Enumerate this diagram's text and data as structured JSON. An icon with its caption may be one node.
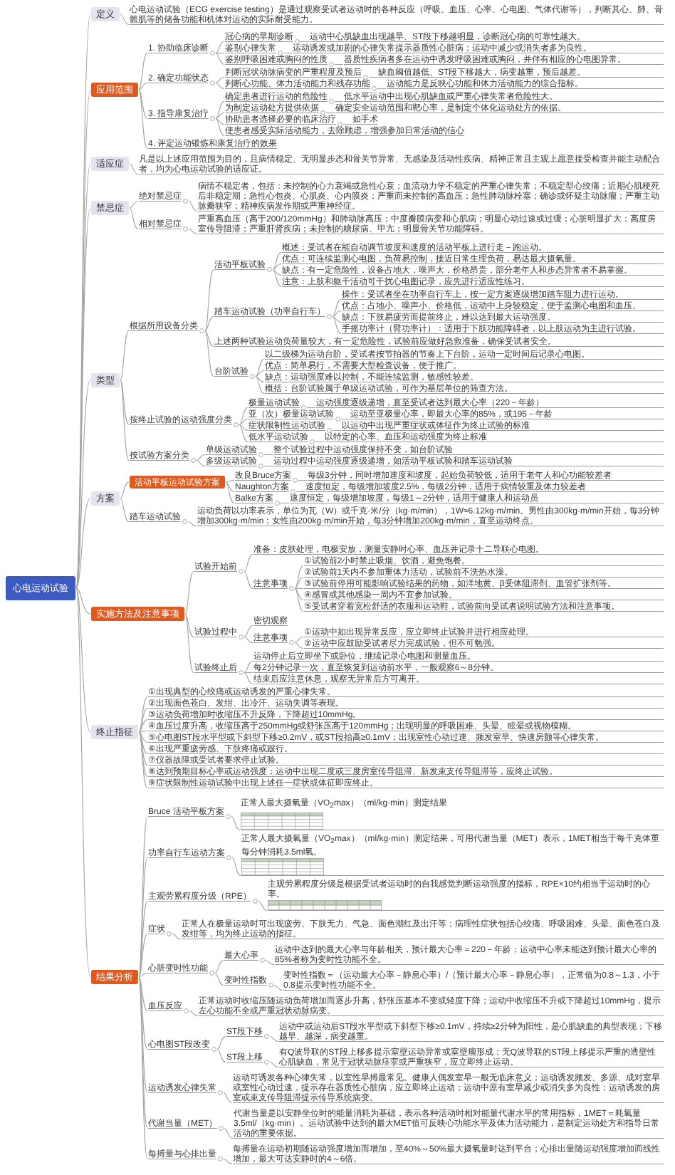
{
  "diagram": {
    "nodes": [
      {
        "text": [
          "心电运动试验"
        ]
      },
      {
        "text": [
          "定义"
        ]
      },
      {
        "text": [
          "心电运动试验（ECG exercise testing）是通过观察受试者运动时的各种反应（呼吸、血压、心率、心电图、气体代谢等），判断其心、肺、骨骼肌等的储备功能和机体对运动的实际耐受能力。"
        ]
      },
      {
        "text": [
          "应用范围"
        ]
      },
      {
        "text": [
          "1. 协助临床诊断"
        ]
      },
      {
        "text": [
          "冠心病的早期诊断"
        ]
      },
      {
        "text": [
          "运动中心肌缺血出现越早、ST段下移越明显，诊断冠心病的可靠性越大。"
        ]
      },
      {
        "text": [
          "鉴别心律失常"
        ]
      },
      {
        "text": [
          "运动诱发或加剧的心律失常提示器质性心脏病；运动中减少或消失者多为良性。"
        ]
      },
      {
        "text": [
          "鉴别呼吸困难或胸闷的性质"
        ]
      },
      {
        "text": [
          "器质性疾病者多在运动中诱发呼吸困难或胸闷，并伴有相应的心电图异常。"
        ]
      },
      {
        "text": [
          "2. 确定功能状态"
        ]
      },
      {
        "text": [
          "判断冠状动脉病变的严重程度及预后"
        ]
      },
      {
        "text": [
          "缺血阈值越低、ST段下移越大，病变越重，预后越差。"
        ]
      },
      {
        "text": [
          "判断心功能、体力活动能力和残存功能"
        ]
      },
      {
        "text": [
          "运动能力是反映心功能和体力活动能力的综合指标。"
        ]
      },
      {
        "text": [
          "3. 指导康复治疗"
        ]
      },
      {
        "text": [
          "确定患者进行运动的危险性"
        ]
      },
      {
        "text": [
          "低水平运动中出现心肌缺血或严重心律失常者危险性大。"
        ]
      },
      {
        "text": [
          "为制定运动处方提供依据"
        ]
      },
      {
        "text": [
          "确定安全运动范围和靶心率，是制定个体化运动处方的依据。"
        ]
      },
      {
        "text": [
          "协助患者选择必要的临床治疗"
        ]
      },
      {
        "text": [
          "如手术"
        ]
      },
      {
        "text": [
          "使患者感受实际活动能力，去除顾虑，增强参加日常活动的信心"
        ]
      },
      {
        "text": [
          "4. 评定运动锻炼和康复治疗的效果"
        ]
      },
      {
        "text": [
          "适应症"
        ]
      },
      {
        "text": [
          "凡是以上述应用范围为目的，且病情稳定、无明显步态和骨关节异常、无感染及活动性疾病、精神正常且主观上愿意接受检查并能主动配合者，均为心电运动试验的适应证。"
        ]
      },
      {
        "text": [
          "禁忌症"
        ]
      },
      {
        "text": [
          "绝对禁忌症"
        ]
      },
      {
        "text": [
          "病情不稳定者，包括：未控制的心力衰竭或急性心衰；血流动力学不稳定的严重心律失常；不稳定型心绞痛；近期心肌梗死后非稳定期；急性心包炎、心肌炎、心内膜炎；严重而未控制的高血压；急性肺动脉栓塞；确诊或怀疑主动脉瘤；严重主动脉瓣狭窄；精神疾病发作期或严重神经症。"
        ]
      },
      {
        "text": [
          "相对禁忌症"
        ]
      },
      {
        "text": [
          "严重高血压（高于200/120mmHg）和肺动脉高压；中度瓣膜病变和心肌病；明显心动过速或过缓；心脏明显扩大；高度房室传导阻滞；严重肝肾疾病；未控制的糖尿病、甲亢；明显骨关节功能障碍。"
        ]
      },
      {
        "text": [
          "类型"
        ]
      },
      {
        "text": [
          "根据所用设备分类"
        ]
      },
      {
        "text": [
          "活动平板试验"
        ]
      },
      {
        "text": [
          "概述：受试者在能自动调节坡度和速度的活动平板上进行走－跑运动。"
        ]
      },
      {
        "text": [
          "优点：可连续监测心电图，负荷易控制，接近日常生理负荷，易达最大摄氧量。"
        ]
      },
      {
        "text": [
          "缺点：有一定危险性，设备占地大，噪声大，价格昂贵，部分老年人和步态异常者不易掌握。"
        ]
      },
      {
        "text": [
          "注意：上肢和躯干活动可干扰心电图记录，应先进行适应性练习。"
        ]
      },
      {
        "text": [
          "踏车运动试验（功率自行车）"
        ]
      },
      {
        "text": [
          "操作：受试者坐在功率自行车上，按一定方案逐级增加踏车阻力进行运动。"
        ]
      },
      {
        "text": [
          "优点：占地小、噪声小、价格低，运动中上身较稳定，便于监测心电图和血压。"
        ]
      },
      {
        "text": [
          "缺点：下肢易疲劳而提前终止，难以达到最大运动强度。"
        ]
      },
      {
        "text": [
          "手摇功率计（臂功率计）：适用于下肢功能障碍者，以上肢运动为主进行试验。"
        ]
      },
      {
        "text": [
          "上述两种试验运动负荷量较大，有一定危险性，试验前应做好急救准备，确保受试者安全。"
        ]
      },
      {
        "text": [
          "台阶试验"
        ]
      },
      {
        "text": [
          "以二级梯为运动台阶，受试者按节拍器的节奏上下台阶，运动一定时间后记录心电图。"
        ]
      },
      {
        "text": [
          "优点：简单易行，不需要大型检查设备，便于推广。"
        ]
      },
      {
        "text": [
          "缺点：运动强度难以控制，不能连续监测，敏感性较差。"
        ]
      },
      {
        "text": [
          "概括：台阶试验属于单级运动试验，可作为基层单位的筛查方法。"
        ]
      },
      {
        "text": [
          "按终止试验的运动强度分类"
        ]
      },
      {
        "text": [
          "极量运动试验"
        ]
      },
      {
        "text": [
          "运动强度逐级递增，直至受试者达到最大心率（220－年龄）"
        ]
      },
      {
        "text": [
          "亚（次）极量运动试验"
        ]
      },
      {
        "text": [
          "运动至亚极量心率，即最大心率的85%，或195－年龄"
        ]
      },
      {
        "text": [
          "症状限制性运动试验"
        ]
      },
      {
        "text": [
          "以运动中出现严重症状或体征作为终止试验的标准"
        ]
      },
      {
        "text": [
          "低水平运动试验"
        ]
      },
      {
        "text": [
          "以特定的心率、血压和运动强度为终止标准"
        ]
      },
      {
        "text": [
          "按试验方案分类"
        ]
      },
      {
        "text": [
          "单级运动试验"
        ]
      },
      {
        "text": [
          "整个试验过程中运动强度保持不变，如台阶试验"
        ]
      },
      {
        "text": [
          "多级运动试验"
        ]
      },
      {
        "text": [
          "运动过程中运动强度逐级递增，如活动平板试验和踏车运动试验"
        ]
      },
      {
        "text": [
          "方案"
        ]
      },
      {
        "text": [
          "活动平板运动试验方案"
        ]
      },
      {
        "text": [
          "改良Bruce方案"
        ]
      },
      {
        "text": [
          "每级3分钟，同时增加速度和坡度，起始负荷较低，适用于老年人和心功能较差者"
        ]
      },
      {
        "text": [
          "Naughton方案"
        ]
      },
      {
        "text": [
          "速度恒定，每级增加坡度2.5%，每级2分钟，适用于病情较重及体力较差者"
        ]
      },
      {
        "text": [
          "Balke方案"
        ]
      },
      {
        "text": [
          "速度恒定，每级增加坡度，每级1～2分钟，适用于健康人和运动员"
        ]
      },
      {
        "text": [
          "踏车运动试验"
        ]
      },
      {
        "text": [
          "运动负荷以功率表示，单位为瓦（W）或千克·米/分（kg·m/min），1W≈6.12kg·m/min。男性由300kg·m/min开始，每3分钟增加300kg·m/min；女性由200kg·m/min开始，每3分钟增加200kg·m/min，直至运动终点。"
        ]
      },
      {
        "text": [
          "实施方法及注意事项"
        ]
      },
      {
        "text": [
          "试验开始前"
        ]
      },
      {
        "text": [
          "准备：皮肤处理，电极安放，测量安静时心率、血压并记录十二导联心电图。"
        ]
      },
      {
        "text": [
          "注意事项"
        ]
      },
      {
        "text": [
          "①试验前2小时禁止吸烟、饮酒，避免饱餐。"
        ]
      },
      {
        "text": [
          "②试验前1天内不参加重体力活动，试验前不洗热水澡。"
        ]
      },
      {
        "text": [
          "③试验前停用可能影响试验结果的药物，如洋地黄、β受体阻滞剂、血管扩张剂等。"
        ]
      },
      {
        "text": [
          "④感冒或其他感染一周内不宜参加试验。"
        ]
      },
      {
        "text": [
          "⑤受试者穿着宽松舒适的衣服和运动鞋，试验前向受试者说明试验方法和注意事项。"
        ]
      },
      {
        "text": [
          "试验过程中"
        ]
      },
      {
        "text": [
          "密切观察"
        ]
      },
      {
        "text": [
          "注意事项"
        ]
      },
      {
        "text": [
          "①运动中如出现异常反应，应立即终止试验并进行相应处理。"
        ]
      },
      {
        "text": [
          "②运动中应鼓励受试者尽力完成试验，但不可勉强。"
        ]
      },
      {
        "text": [
          "试验终止后"
        ]
      },
      {
        "text": [
          "运动停止后立即坐下或卧位，继续记录心电图和测量血压。"
        ]
      },
      {
        "text": [
          "每2分钟记录一次，直至恢复到运动前水平，一般观察6～8分钟。"
        ]
      },
      {
        "text": [
          "结束后应注意休息，观察无异常后方可离开。"
        ]
      },
      {
        "text": [
          "终止指征"
        ]
      },
      {
        "text": [
          "①出现典型的心绞痛或运动诱发的严重心律失常。"
        ]
      },
      {
        "text": [
          "②出现面色苍白、发绀、出冷汗、运动失调等表现。"
        ]
      },
      {
        "text": [
          "③运动负荷增加时收缩压不升反降，下降超过10mmHg。"
        ]
      },
      {
        "text": [
          "④血压过度升高，收缩压高于250mmHg或舒张压高于120mmHg；出现明显的呼吸困难、头晕、眩晕或视物模糊。"
        ]
      },
      {
        "text": [
          "⑤心电图ST段水平型或下斜型下移≥0.2mV，或ST段抬高≥0.1mV；出现室性心动过速、频发室早、快速房颤等心律失常。"
        ]
      },
      {
        "text": [
          "⑥出现严重疲劳感、下肢疼痛或跛行。"
        ]
      },
      {
        "text": [
          "⑦仪器故障或受试者要求停止试验。"
        ]
      },
      {
        "text": [
          "⑧达到预期目标心率或运动强度；运动中出现二度或三度房室传导阻滞、新发束支传导阻滞等，应终止试验。"
        ]
      },
      {
        "text": [
          "⑨症状限制性运动试验中出现上述任一症状或体征即应终止。"
        ]
      },
      {
        "text": [
          "结果分析"
        ]
      },
      {
        "text": [
          "Bruce 活动平板方案"
        ]
      },
      {
        "text": [
          "正常人最大摄氧量（VO$_{2}$max）（ml/kg·min）测定结果"
        ]
      },
      {
        "text": [
          "功率自行车运动方案"
        ]
      },
      {
        "text": [
          "正常人最大摄氧量（VO$_{2}$max）（ml/kg·min）测定结果，可用代谢当量（MET）表示，1MET相当于每千克体重每分钟消耗3.5ml氧。"
        ]
      },
      {
        "text": [
          "主观劳累程度分级（RPE）"
        ]
      },
      {
        "text": [
          "主观劳累程度分级是根据受试者运动时的自我感觉判断运动强度的指标，RPE×10约相当于运动时的心率。"
        ]
      },
      {
        "text": [
          "症状"
        ]
      },
      {
        "text": [
          "正常人在极量运动时可出现疲劳、下肢无力、气急、面色潮红及出汗等；病理性症状包括心绞痛、呼吸困难、头晕、面色苍白及发绀等，均为终止运动的指征。"
        ]
      },
      {
        "text": [
          "心脏变时性功能"
        ]
      },
      {
        "text": [
          "最大心率"
        ]
      },
      {
        "text": [
          "运动中达到的最大心率与年龄相关，预计最大心率＝220－年龄；运动中心率未能达到预计最大心率的85%者称为变时性功能不全。"
        ]
      },
      {
        "text": [
          "变时性指数"
        ]
      },
      {
        "text": [
          "变时性指数＝（运动最大心率－静息心率）/（预计最大心率－静息心率），正常值为0.8～1.3，小于0.8提示变时性功能不全。"
        ]
      },
      {
        "text": [
          "血压反应"
        ]
      },
      {
        "text": [
          "正常运动时收缩压随运动负荷增加而逐步升高，舒张压基本不变或轻度下降；运动中收缩压不升或下降超过10mmHg，提示左心功能不全或严重冠状动脉病变。"
        ]
      },
      {
        "text": [
          "心电图ST段改变"
        ]
      },
      {
        "text": [
          "ST段下移"
        ]
      },
      {
        "text": [
          "运动中或运动后ST段水平型或下斜型下移≥0.1mV，持续≥2分钟为阳性，是心肌缺血的典型表现；下移越早、越深，病变越重。"
        ]
      },
      {
        "text": [
          "ST段上移"
        ]
      },
      {
        "text": [
          "有Q波导联的ST段上移多提示室壁运动异常或室壁瘤形成；无Q波导联的ST段上移提示严重的透壁性心肌缺血，常见于冠状动脉痉挛或严重狭窄，应立即终止运动。"
        ]
      },
      {
        "text": [
          "运动诱发心律失常"
        ]
      },
      {
        "text": [
          "运动可诱发各种心律失常，以室性早搏最常见。健康人偶发室早一般无临床意义；运动诱发频发、多源、成对室早或室性心动过速，提示存在器质性心脏病，应立即终止运动；运动中原有室早减少或消失多为良性；运动诱发的房室或束支传导阻滞提示传导系统病变。"
        ]
      },
      {
        "text": [
          "代谢当量（MET）"
        ]
      },
      {
        "text": [
          "代谢当量是以安静坐位时的能量消耗为基础，表示各种活动时相对能量代谢水平的常用指标，1MET＝耗氧量3.5ml/（kg·min）。运动试验中达到的最大MET值可反映心功能水平及体力活动能力，是制定运动处方和指导日常活动的重要依据。"
        ]
      },
      {
        "text": [
          "每搏量与心排出量"
        ]
      },
      {
        "text": [
          "每搏量在运动初期随运动强度增加而增加，至40%～50%最大摄氧量时达到平台；心排出量随运动强度增加而线性增加，最大可达安静时的4～6倍。"
        ]
      }
    ],
    "edges": [
      {
        "from": 0,
        "to": 1,
        "arrow": "none"
      },
      {
        "from": 1,
        "to": 2,
        "arrow": "none"
      },
      {
        "from": 0,
        "to": 3,
        "arrow": "none"
      },
      {
        "from": 3,
        "to": 4,
        "arrow": "none"
      },
      {
        "from": 4,
        "to": 5,
        "arrow": "none"
      },
      {
        "from": 5,
        "to": 6,
        "arrow": "none"
      },
      {
        "from": 4,
        "to": 7,
        "arrow": "none"
      },
      {
        "from": 7,
        "to": 8,
        "arrow": "none"
      },
      {
        "from": 4,
        "to": 9,
        "arrow": "none"
      },
      {
        "from": 9,
        "to": 10,
        "arrow": "none"
      },
      {
        "from": 3,
        "to": 11,
        "arrow": "none"
      },
      {
        "from": 11,
        "to": 12,
        "arrow": "none"
      },
      {
        "from": 12,
        "to": 13,
        "arrow": "none"
      },
      {
        "from": 11,
        "to": 14,
        "arrow": "none"
      },
      {
        "from": 14,
        "to": 15,
        "arrow": "none"
      },
      {
        "from": 3,
        "to": 16,
        "arrow": "none"
      },
      {
        "from": 16,
        "to": 17,
        "arrow": "none"
      },
      {
        "from": 17,
        "to": 18,
        "arrow": "none"
      },
      {
        "from": 16,
        "to": 19,
        "arrow": "none"
      },
      {
        "from": 19,
        "to": 20,
        "arrow": "none"
      },
      {
        "from": 16,
        "to": 21,
        "arrow": "none"
      },
      {
        "from": 21,
        "to": 22,
        "arrow": "none"
      },
      {
        "from": 16,
        "to": 23,
        "arrow": "none"
      },
      {
        "from": 3,
        "to": 24,
        "arrow": "none"
      },
      {
        "from": 0,
        "to": 25,
        "arrow": "none"
      },
      {
        "from": 25,
        "to": 26,
        "arrow": "none"
      },
      {
        "from": 0,
        "to": 27,
        "arrow": "none"
      },
      {
        "from": 27,
        "to": 28,
        "arrow": "none"
      },
      {
        "from": 28,
        "to": 29,
        "arrow": "none"
      },
      {
        "from": 27,
        "to": 30,
        "arrow": "none"
      },
      {
        "from": 30,
        "to": 31,
        "arrow": "none"
      },
      {
        "from": 0,
        "to": 32,
        "arrow": "none"
      },
      {
        "from": 32,
        "to": 33,
        "arrow": "none"
      },
      {
        "from": 33,
        "to": 34,
        "arrow": "none"
      },
      {
        "from": 34,
        "to": 35,
        "arrow": "none"
      },
      {
        "from": 34,
        "to": 36,
        "arrow": "none"
      },
      {
        "from": 34,
        "to": 37,
        "arrow": "none"
      },
      {
        "from": 34,
        "to": 38,
        "arrow": "none"
      },
      {
        "from": 33,
        "to": 39,
        "arrow": "none"
      },
      {
        "from": 39,
        "to": 40,
        "arrow": "none"
      },
      {
        "from": 39,
        "to": 41,
        "arrow": "none"
      },
      {
        "from": 39,
        "to": 42,
        "arrow": "none"
      },
      {
        "from": 39,
        "to": 43,
        "arrow": "none"
      },
      {
        "from": 33,
        "to": 44,
        "arrow": "none"
      },
      {
        "from": 33,
        "to": 45,
        "arrow": "none"
      },
      {
        "from": 45,
        "to": 46,
        "arrow": "none"
      },
      {
        "from": 45,
        "to": 47,
        "arrow": "none"
      },
      {
        "from": 45,
        "to": 48,
        "arrow": "none"
      },
      {
        "from": 45,
        "to": 49,
        "arrow": "none"
      },
      {
        "from": 32,
        "to": 50,
        "arrow": "none"
      },
      {
        "from": 50,
        "to": 51,
        "arrow": "none"
      },
      {
        "from": 51,
        "to": 52,
        "arrow": "none"
      },
      {
        "from": 50,
        "to": 53,
        "arrow": "none"
      },
      {
        "from": 53,
        "to": 54,
        "arrow": "none"
      },
      {
        "from": 50,
        "to": 55,
        "arrow": "none"
      },
      {
        "from": 55,
        "to": 56,
        "arrow": "none"
      },
      {
        "from": 50,
        "to": 57,
        "arrow": "none"
      },
      {
        "from": 57,
        "to": 58,
        "arrow": "none"
      },
      {
        "from": 32,
        "to": 59,
        "arrow": "none"
      },
      {
        "from": 59,
        "to": 60,
        "arrow": "none"
      },
      {
        "from": 60,
        "to": 61,
        "arrow": "none"
      },
      {
        "from": 59,
        "to": 62,
        "arrow": "none"
      },
      {
        "from": 62,
        "to": 63,
        "arrow": "none"
      },
      {
        "from": 0,
        "to": 64,
        "arrow": "none"
      },
      {
        "from": 64,
        "to": 65,
        "arrow": "none"
      },
      {
        "from": 65,
        "to": 66,
        "arrow": "none"
      },
      {
        "from": 66,
        "to": 67,
        "arrow": "none"
      },
      {
        "from": 65,
        "to": 68,
        "arrow": "none"
      },
      {
        "from": 68,
        "to": 69,
        "arrow": "none"
      },
      {
        "from": 65,
        "to": 70,
        "arrow": "none"
      },
      {
        "from": 70,
        "to": 71,
        "arrow": "none"
      },
      {
        "from": 64,
        "to": 72,
        "arrow": "none"
      },
      {
        "from": 72,
        "to": 73,
        "arrow": "none"
      },
      {
        "from": 0,
        "to": 74,
        "arrow": "none"
      },
      {
        "from": 74,
        "to": 75,
        "arrow": "none"
      },
      {
        "from": 75,
        "to": 76,
        "arrow": "none"
      },
      {
        "from": 75,
        "to": 77,
        "arrow": "none"
      },
      {
        "from": 77,
        "to": 78,
        "arrow": "none"
      },
      {
        "from": 77,
        "to": 79,
        "arrow": "none"
      },
      {
        "from": 77,
        "to": 80,
        "arrow": "none"
      },
      {
        "from": 77,
        "to": 81,
        "arrow": "none"
      },
      {
        "from": 77,
        "to": 82,
        "arrow": "none"
      },
      {
        "from": 74,
        "to": 83,
        "arrow": "none"
      },
      {
        "from": 83,
        "to": 84,
        "arrow": "none"
      },
      {
        "from": 83,
        "to": 85,
        "arrow": "none"
      },
      {
        "from": 85,
        "to": 86,
        "arrow": "none"
      },
      {
        "from": 85,
        "to": 87,
        "arrow": "none"
      },
      {
        "from": 74,
        "to": 88,
        "arrow": "none"
      },
      {
        "from": 88,
        "to": 89,
        "arrow": "none"
      },
      {
        "from": 88,
        "to": 90,
        "arrow": "none"
      },
      {
        "from": 88,
        "to": 91,
        "arrow": "none"
      },
      {
        "from": 0,
        "to": 92,
        "arrow": "none"
      },
      {
        "from": 92,
        "to": 93,
        "arrow": "none"
      },
      {
        "from": 92,
        "to": 94,
        "arrow": "none"
      },
      {
        "from": 92,
        "to": 95,
        "arrow": "none"
      },
      {
        "from": 92,
        "to": 96,
        "arrow": "none"
      },
      {
        "from": 92,
        "to": 97,
        "arrow": "none"
      },
      {
        "from": 92,
        "to": 98,
        "arrow": "none"
      },
      {
        "from": 92,
        "to": 99,
        "arrow": "none"
      },
      {
        "from": 92,
        "to": 100,
        "arrow": "none"
      },
      {
        "from": 92,
        "to": 101,
        "arrow": "none"
      },
      {
        "from": 0,
        "to": 102,
        "arrow": "none"
      },
      {
        "from": 102,
        "to": 103,
        "arrow": "none"
      },
      {
        "from": 103,
        "to": 104,
        "arrow": "none"
      },
      {
        "from": 102,
        "to": 105,
        "arrow": "none"
      },
      {
        "from": 105,
        "to": 106,
        "arrow": "none"
      },
      {
        "from": 102,
        "to": 107,
        "arrow": "none"
      },
      {
        "from": 107,
        "to": 108,
        "arrow": "none"
      },
      {
        "from": 102,
        "to": 109,
        "arrow": "none"
      },
      {
        "from": 109,
        "to": 110,
        "arrow": "none"
      },
      {
        "from": 102,
        "to": 111,
        "arrow": "none"
      },
      {
        "from": 111,
        "to": 112,
        "arrow": "none"
      },
      {
        "from": 112,
        "to": 113,
        "arrow": "none"
      },
      {
        "from": 111,
        "to": 114,
        "arrow": "none"
      },
      {
        "from": 114,
        "to": 115,
        "arrow": "none"
      },
      {
        "from": 102,
        "to": 116,
        "arrow": "none"
      },
      {
        "from": 116,
        "to": 117,
        "arrow": "none"
      },
      {
        "from": 102,
        "to": 118,
        "arrow": "none"
      },
      {
        "from": 118,
        "to": 119,
        "arrow": "none"
      },
      {
        "from": 119,
        "to": 120,
        "arrow": "none"
      },
      {
        "from": 118,
        "to": 121,
        "arrow": "none"
      },
      {
        "from": 121,
        "to": 122,
        "arrow": "none"
      },
      {
        "from": 102,
        "to": 123,
        "arrow": "none"
      },
      {
        "from": 123,
        "to": 124,
        "arrow": "none"
      },
      {
        "from": 102,
        "to": 125,
        "arrow": "none"
      },
      {
        "from": 125,
        "to": 126,
        "arrow": "none"
      },
      {
        "from": 102,
        "to": 127,
        "arrow": "none"
      },
      {
        "from": 127,
        "to": 128,
        "arrow": "none"
      }
    ]
  }
}
